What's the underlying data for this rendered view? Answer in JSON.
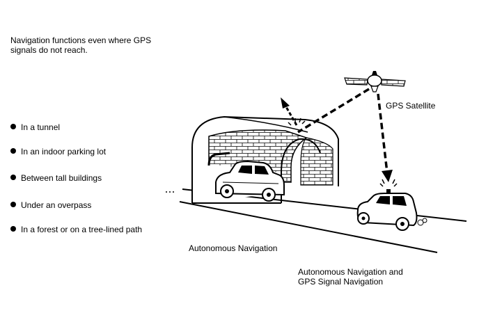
{
  "intro": "Navigation functions even where GPS signals do not reach.",
  "locations": [
    "In a tunnel",
    "In an indoor parking lot",
    "Between tall buildings",
    "Under an overpass",
    "In a forest or on a tree-lined path"
  ],
  "labels": {
    "satellite": "GPS Satellite",
    "autonomous": "Autonomous Navigation",
    "combined_line1": "Autonomous Navigation and",
    "combined_line2": "GPS Signal Navigation"
  }
}
